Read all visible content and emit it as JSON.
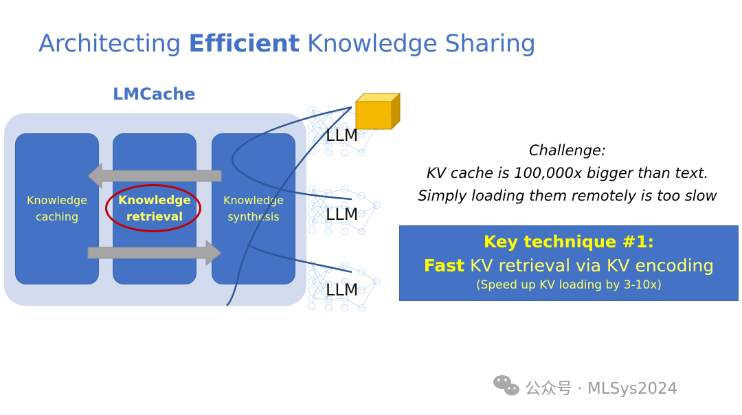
{
  "title": {
    "part1": "Architecting",
    "bold": "Efficient",
    "part2": "Knowledge Sharing"
  },
  "lmcache": {
    "label": "LMCache",
    "columns": {
      "caching": [
        "Knowledge",
        "caching"
      ],
      "retrieval": [
        "Knowledge",
        "retrieval"
      ],
      "synthesis": [
        "Knowledge",
        "synthesis"
      ]
    }
  },
  "llm_labels": [
    "LLM",
    "LLM",
    "LLM"
  ],
  "challenge": {
    "heading": "Challenge:",
    "line1": "KV cache is 100,000x bigger than text.",
    "line2": "Simply loading them remotely is too slow"
  },
  "key_technique": {
    "title": "Key technique #1:",
    "bold": "Fast",
    "rest": "KV retrieval via KV encoding",
    "sub": "(Speed up KV loading by 3-10x)"
  },
  "watermark": {
    "text": "公众号 · MLSys2024",
    "icon": "wechat-icon"
  },
  "colors": {
    "accent": "#4472c4",
    "highlight": "#ffff00",
    "ring": "#c00000",
    "panel_bg": "#d3dcee"
  }
}
